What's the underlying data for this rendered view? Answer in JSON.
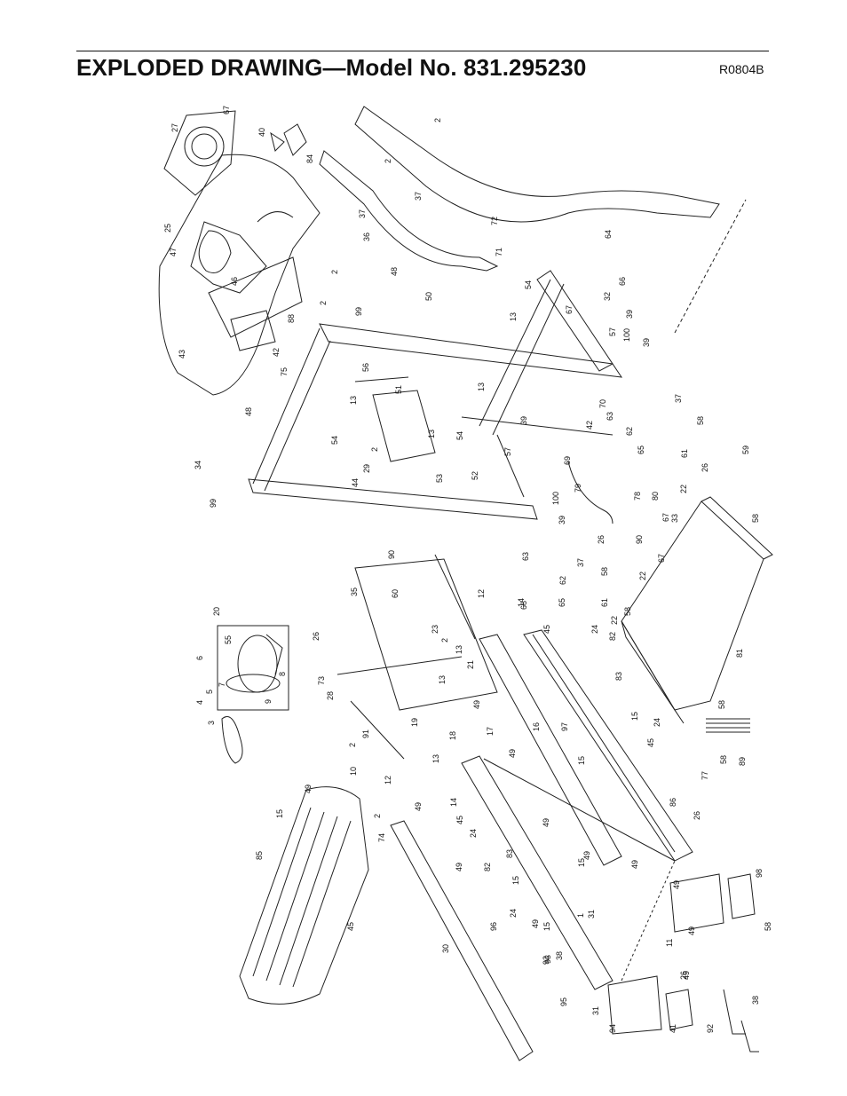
{
  "title": "EXPLODED DRAWING—Model No. 831.295230",
  "doc_code": "R0804B",
  "part_labels": [
    "27",
    "67",
    "40",
    "84",
    "2",
    "2",
    "37",
    "37",
    "72",
    "71",
    "64",
    "66",
    "32",
    "39",
    "67",
    "25",
    "47",
    "46",
    "36",
    "48",
    "2",
    "2",
    "50",
    "54",
    "13",
    "99",
    "88",
    "57",
    "100",
    "39",
    "43",
    "42",
    "75",
    "56",
    "13",
    "51",
    "13",
    "70",
    "63",
    "42",
    "37",
    "62",
    "58",
    "61",
    "65",
    "59",
    "26",
    "48",
    "54",
    "13",
    "54",
    "2",
    "53",
    "57",
    "39",
    "52",
    "69",
    "29",
    "44",
    "79",
    "22",
    "78",
    "80",
    "33",
    "58",
    "34",
    "99",
    "100",
    "39",
    "26",
    "90",
    "67",
    "90",
    "67",
    "35",
    "60",
    "12",
    "63",
    "37",
    "58",
    "62",
    "61",
    "65",
    "22",
    "22",
    "26",
    "14",
    "58",
    "45",
    "24",
    "82",
    "83",
    "81",
    "20",
    "55",
    "6",
    "4",
    "5",
    "7",
    "8",
    "73",
    "28",
    "23",
    "2",
    "13",
    "21",
    "13",
    "3",
    "9",
    "19",
    "91",
    "2",
    "49",
    "18",
    "17",
    "10",
    "12",
    "13",
    "49",
    "16",
    "97",
    "15",
    "15",
    "45",
    "24",
    "58",
    "68",
    "14",
    "15",
    "49",
    "2",
    "74",
    "49",
    "45",
    "24",
    "82",
    "83",
    "49",
    "15",
    "86",
    "77",
    "58",
    "89",
    "26",
    "49",
    "15",
    "85",
    "49",
    "49",
    "1",
    "49",
    "45",
    "24",
    "49",
    "15",
    "96",
    "93",
    "31",
    "49",
    "98",
    "58",
    "30",
    "38",
    "92",
    "11",
    "26",
    "95",
    "31",
    "94",
    "49",
    "38",
    "92",
    "41"
  ]
}
